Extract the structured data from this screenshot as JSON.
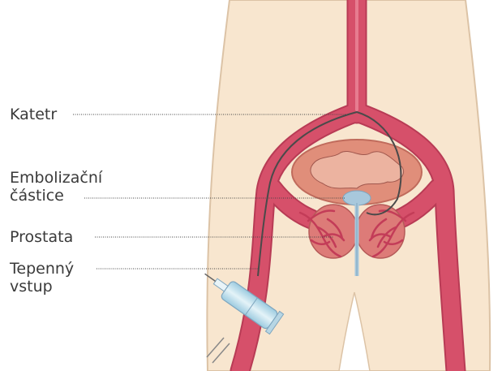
{
  "labels": {
    "catheter": "Katetr",
    "embolic_particles_line1": "Embolizační",
    "embolic_particles_line2": "částice",
    "prostate": "Prostata",
    "arterial_access_line1": "Tepenný",
    "arterial_access_line2": "vstup"
  },
  "colors": {
    "skin": "#f8e6cf",
    "skin_outline": "#dcc3a6",
    "artery": "#d6506a",
    "artery_dark": "#b83b55",
    "bladder": "#e08e7a",
    "bladder_inner": "#ecb3a0",
    "prostate": "#dd7b78",
    "vessels": "#c33c58",
    "catheter": "#4a4a4a",
    "particles": "#a8c8dc",
    "syringe": "#c8e4ee",
    "leader_line": "#444444"
  }
}
